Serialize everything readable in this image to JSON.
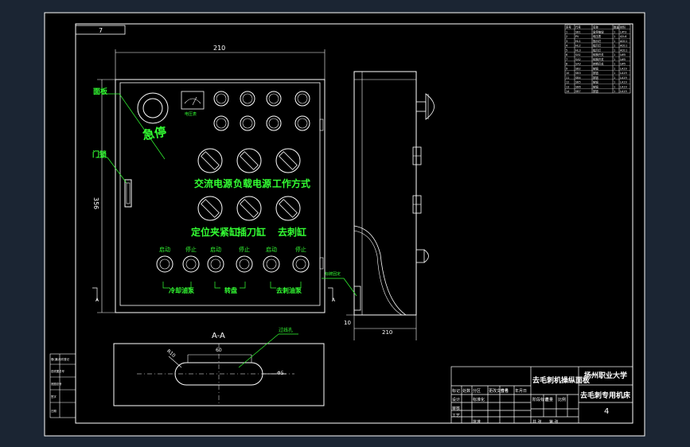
{
  "colors": {
    "background": "#1b2533",
    "sheet": "#000000",
    "line": "#ffffff",
    "labels": "#33ff33",
    "leader": "#33ff33",
    "dim": "#ffffff"
  },
  "titleblock": {
    "drawing_title": "去毛刺机操纵面板",
    "school": "扬州职业大学",
    "product": "去毛刺专用机床",
    "sheet_no": "4",
    "cells": [
      "标记",
      "处数",
      "分区",
      "更改文件号",
      "签名",
      "年月日",
      "设计",
      "标准化",
      "阶段标记",
      "重量",
      "比例",
      "审核",
      "工艺",
      "批准",
      "共 张",
      "第 张"
    ]
  },
  "front_view": {
    "width_dim": "210",
    "height_dim": "356",
    "label_emergency": "急停",
    "label_panel": "面板",
    "label_lock": "门锁",
    "label_meter": "电压表",
    "selector_row1": [
      "交流电源",
      "负载电源",
      "工作方式"
    ],
    "selector_row2": [
      "定位夹紧缸",
      "插刀缸",
      "去刺缸"
    ],
    "bottom_button_labels": [
      "启动",
      "停止",
      "启动",
      "停止",
      "启动",
      "停止"
    ],
    "bottom_groups": [
      "冷却油泵",
      "转盘",
      "去刺油泵"
    ],
    "corner_marks": [
      "A",
      "A"
    ]
  },
  "side_view": {
    "depth_dim": "210",
    "small_dim": "10",
    "leader_label": "标牌固定"
  },
  "section": {
    "title": "A-A",
    "dim_width": "60",
    "dim_radius": "R10",
    "dim_right": "Φ5",
    "leader_label": "过线孔"
  },
  "parts_list": {
    "headers": [
      "序号",
      "代号",
      "名称",
      "数量",
      "材料"
    ],
    "rows": [
      [
        "1",
        "SB1",
        "急停按钮",
        "1",
        "LAY3"
      ],
      [
        "2",
        "PV",
        "电压表",
        "1",
        "42L6"
      ],
      [
        "3",
        "HL1",
        "指示灯",
        "1",
        "AD11"
      ],
      [
        "4",
        "HL2",
        "指示灯",
        "1",
        "AD11"
      ],
      [
        "5",
        "HL3",
        "指示灯",
        "1",
        "AD11"
      ],
      [
        "6",
        "SA1",
        "转换开关",
        "1",
        "LW5"
      ],
      [
        "7",
        "SA2",
        "转换开关",
        "1",
        "LW5"
      ],
      [
        "8",
        "SA3",
        "转换开关",
        "1",
        "LW5"
      ],
      [
        "9",
        "SB2",
        "按钮",
        "1",
        "LA19"
      ],
      [
        "10",
        "SB3",
        "按钮",
        "1",
        "LA19"
      ],
      [
        "11",
        "SB4",
        "按钮",
        "1",
        "LA19"
      ],
      [
        "12",
        "SB5",
        "按钮",
        "1",
        "LA19"
      ],
      [
        "13",
        "SB6",
        "按钮",
        "1",
        "LA19"
      ],
      [
        "14",
        "SB7",
        "按钮",
        "1",
        "LA19"
      ]
    ]
  },
  "left_stamp": [
    "借(通)用件登记",
    "旧底图总号",
    "底图总号",
    "签字",
    "日期"
  ],
  "top_tab": "7"
}
